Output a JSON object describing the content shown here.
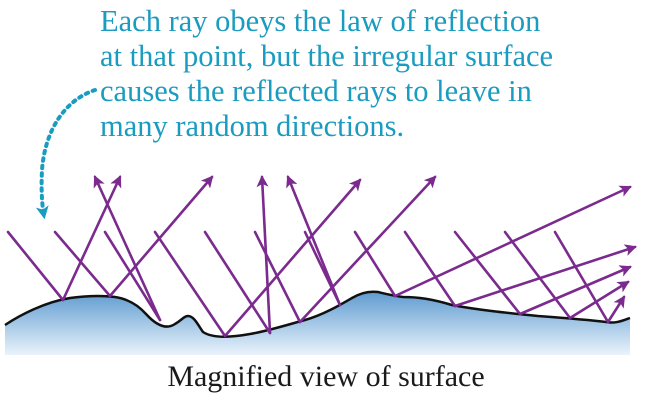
{
  "annotation": {
    "lines": [
      "Each ray obeys the law of reflection",
      "at that point, but the irregular surface",
      "causes the reflected rays to leave in",
      "many random directions."
    ]
  },
  "caption": "Magnified view of surface",
  "colors": {
    "annotation_text": "#1a9bc0",
    "annotation_arrow": "#1a9bc0",
    "ray": "#7b2a8e",
    "surface_outline": "#111111",
    "surface_fill_top": "#5e9bd0",
    "surface_fill_bottom": "#eaf3fb",
    "caption_text": "#1a1a1a"
  },
  "icons": {
    "annotation_pointer": "dotted-curved-arrow-icon",
    "ray_arrowhead": "arrowhead-icon"
  }
}
